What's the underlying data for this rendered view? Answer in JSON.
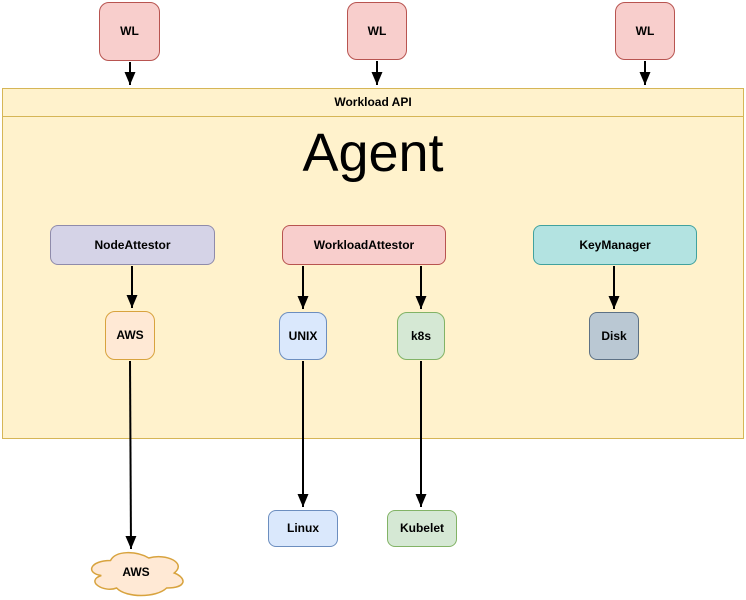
{
  "diagram": {
    "nodes": {
      "wl1": {
        "label": "WL"
      },
      "wl2": {
        "label": "WL"
      },
      "wl3": {
        "label": "WL"
      },
      "workload_api": {
        "label": "Workload API"
      },
      "agent": {
        "label": "Agent"
      },
      "node_attestor": {
        "label": "NodeAttestor"
      },
      "workload_attestor": {
        "label": "WorkloadAttestor"
      },
      "key_manager": {
        "label": "KeyManager"
      },
      "aws_plugin": {
        "label": "AWS"
      },
      "unix_plugin": {
        "label": "UNIX"
      },
      "k8s_plugin": {
        "label": "k8s"
      },
      "disk_plugin": {
        "label": "Disk"
      },
      "linux": {
        "label": "Linux"
      },
      "kubelet": {
        "label": "Kubelet"
      },
      "aws_cloud": {
        "label": "AWS"
      }
    },
    "edges": [
      {
        "from": "wl1",
        "to": "workload_api"
      },
      {
        "from": "wl2",
        "to": "workload_api"
      },
      {
        "from": "wl3",
        "to": "workload_api"
      },
      {
        "from": "node_attestor",
        "to": "aws_plugin"
      },
      {
        "from": "workload_attestor",
        "to": "unix_plugin"
      },
      {
        "from": "workload_attestor",
        "to": "k8s_plugin"
      },
      {
        "from": "key_manager",
        "to": "disk_plugin"
      },
      {
        "from": "aws_plugin",
        "to": "aws_cloud"
      },
      {
        "from": "unix_plugin",
        "to": "linux"
      },
      {
        "from": "k8s_plugin",
        "to": "kubelet"
      }
    ],
    "colors": {
      "pink_fill": "#f8cecc",
      "pink_stroke": "#b85450",
      "yellow_fill": "#fff2cc",
      "yellow_stroke": "#d6b656",
      "lavender_fill": "#d5d3e7",
      "lavender_stroke": "#8f8bab",
      "teal_fill": "#b3e3e1",
      "teal_stroke": "#41a29e",
      "blue_fill": "#dae8fc",
      "blue_stroke": "#6c8ebf",
      "green_fill": "#d5e8d4",
      "green_stroke": "#82b366",
      "slate_fill": "#bac8d3",
      "slate_stroke": "#5d7185",
      "peach_fill": "#ffe9d5",
      "peach_stroke": "#d8a33e",
      "arrow": "#000000"
    }
  }
}
